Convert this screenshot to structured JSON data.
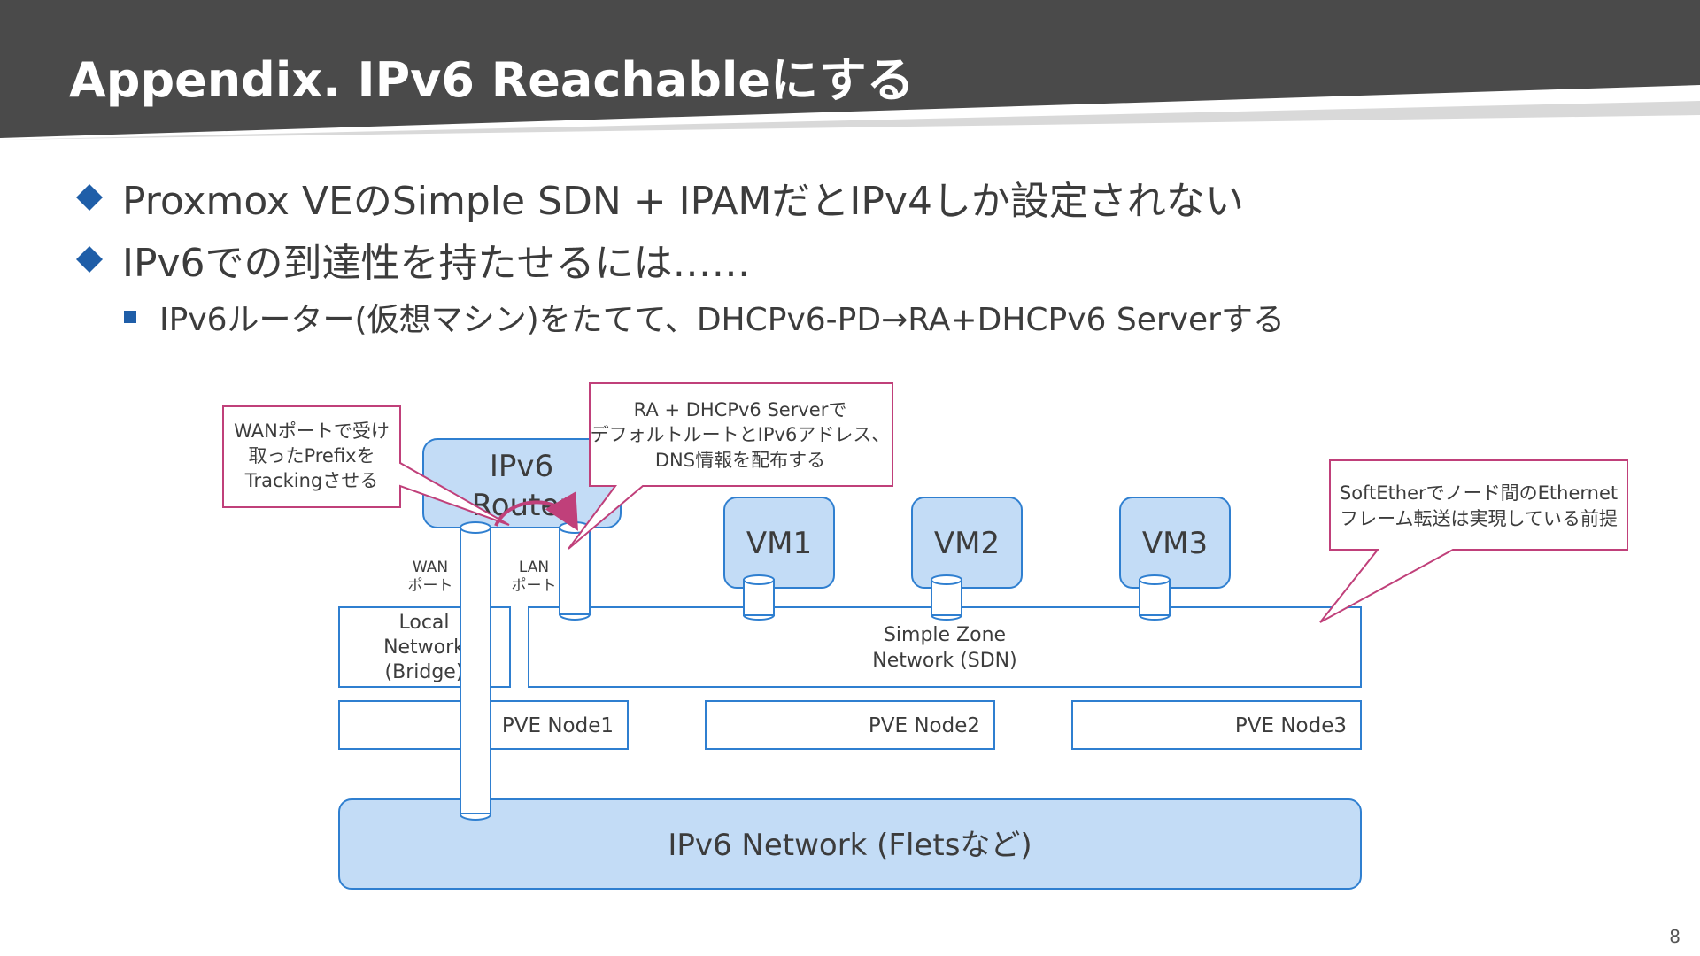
{
  "slide": {
    "title": "Appendix. IPv6 Reachableにする",
    "page_number": "8"
  },
  "bullets": [
    {
      "text": "Proxmox VEのSimple SDN + IPAMだとIPv4しか設定されない"
    },
    {
      "text": "IPv6での到達性を持たせるには……"
    }
  ],
  "sub_bullets": [
    {
      "text": "IPv6ルーター(仮想マシン)をたてて、DHCPv6-PD→RA+DHCPv6 Serverする"
    }
  ],
  "diagram": {
    "router_label": [
      "IPv6",
      "Router"
    ],
    "vm_labels": [
      "VM1",
      "VM2",
      "VM3"
    ],
    "wan_port_label": [
      "WAN",
      "ポート"
    ],
    "lan_port_label": [
      "LAN",
      "ポート"
    ],
    "local_network_label": [
      "Local",
      "Network",
      "(Bridge)"
    ],
    "sdn_label": [
      "Simple Zone",
      "Network (SDN)"
    ],
    "node_labels": [
      "PVE Node1",
      "PVE Node2",
      "PVE Node3"
    ],
    "ipv6_network_label": "IPv6 Network (Fletsなど)",
    "callout_wan": [
      "WANポートで受け",
      "取ったPrefixを",
      "Trackingさせる"
    ],
    "callout_ra": [
      "RA + DHCPv6 Serverで",
      "デフォルトルートとIPv6アドレス、",
      "DNS情報を配布する"
    ],
    "callout_softether": [
      "SoftEtherでノード間のEthernet",
      "フレーム転送は実現している前提"
    ]
  },
  "colors": {
    "header_bg": "#4a4a4a",
    "bullet_marker": "#1f5ea8",
    "node_fill": "#c3dcf6",
    "node_border": "#2f7fd0",
    "callout_border": "#c0407a",
    "arrow": "#c0407a"
  }
}
